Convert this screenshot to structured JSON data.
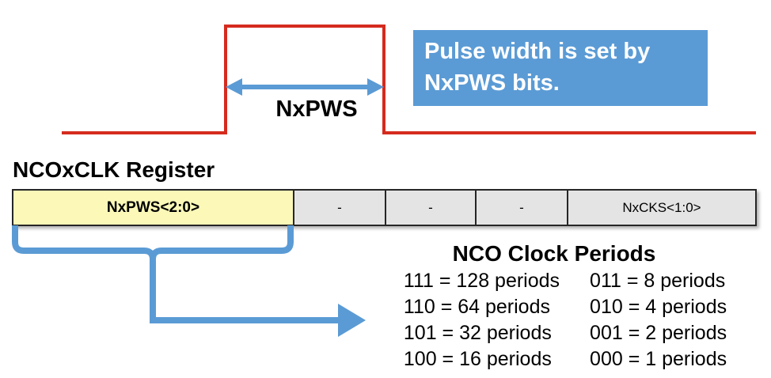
{
  "waveform": {
    "name": "nco-output-pulse",
    "measure_label": "NxPWS",
    "line_color": "#D52B1E",
    "arrow_color": "#5B9BD5"
  },
  "callout": {
    "line1": "Pulse width is set by",
    "line2": "NxPWS bits.",
    "background": "#5B9BD5",
    "text_color": "#FFFFFF"
  },
  "register": {
    "title": "NCOxCLK Register",
    "highlight_color": "#FBF8B8",
    "cell_color": "#E4E4E4",
    "cells": [
      {
        "label": "NxPWS<2:0>",
        "highlight": true
      },
      {
        "label": "-",
        "highlight": false
      },
      {
        "label": "-",
        "highlight": false
      },
      {
        "label": "-",
        "highlight": false
      },
      {
        "label": "NxCKS<1:0>",
        "highlight": false
      }
    ]
  },
  "connector": {
    "color": "#5B9BD5",
    "shape": "brace-to-arrow"
  },
  "periods": {
    "title": "NCO Clock Periods",
    "left_column": [
      "111 = 128 periods",
      "110 = 64 periods",
      "101 = 32 periods",
      "100 = 16 periods"
    ],
    "right_column": [
      "011 = 8 periods",
      "010 = 4 periods",
      "001 = 2 periods",
      "000 = 1 periods"
    ]
  }
}
